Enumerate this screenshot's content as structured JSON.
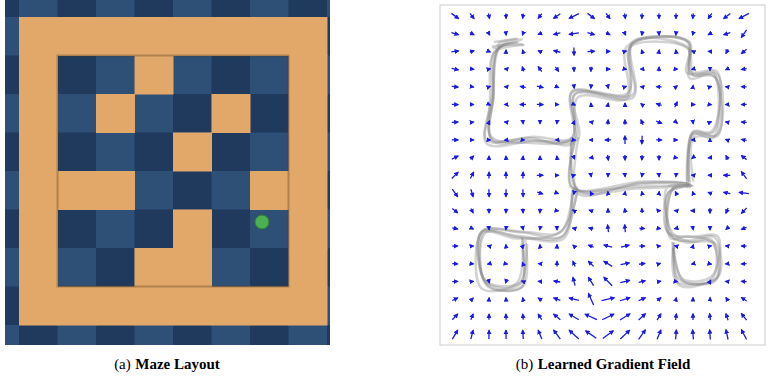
{
  "diagram": {
    "labels": [
      "(a)",
      "Maze Layout",
      "(b)",
      "Learned Gradient Field"
    ]
  }
}
